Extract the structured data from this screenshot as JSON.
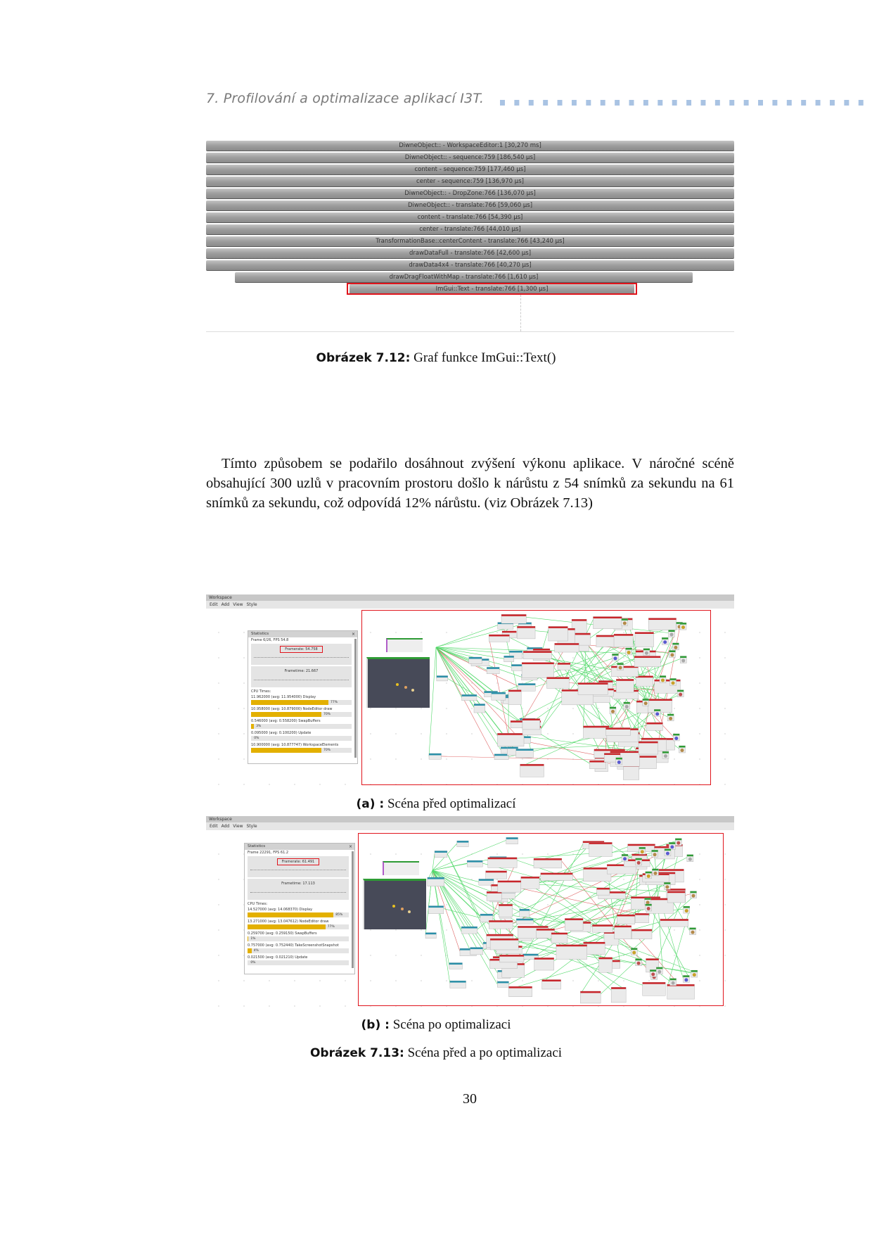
{
  "header": {
    "running_title": "7. Profilování a optimalizace aplikací I3T."
  },
  "flame_graph": {
    "bars": [
      "DiwneObject:: - WorkspaceEditor:1 [30,270 ms]",
      "DiwneObject:: - sequence:759 [186,540 µs]",
      "content - sequence:759 [177,460 µs]",
      "center - sequence:759 [136,970 µs]",
      "DiwneObject:: - DropZone:766 [136,070 µs]",
      "DiwneObject:: - translate:766 [59,060 µs]",
      "content - translate:766 [54,390 µs]",
      "center - translate:766 [44,010 µs]",
      "TransformationBase::centerContent - translate:766 [43,240 µs]",
      "drawDataFull - translate:766 [42,600 µs]",
      "drawData4x4 - translate:766 [40,270 µs]",
      "drawDragFloatWithMap - translate:766 [1,610 µs]",
      "ImGui::Text - translate:766 [1,300 µs]"
    ]
  },
  "figure_7_12": {
    "label": "Obrázek 7.12:",
    "text": "Graf funkce ImGui::Text()"
  },
  "paragraph": "Tímto způsobem se podařilo dosáhnout zvýšení výkonu aplikace. V náročné scéně obsahující 300 uzlů v pracovním prostoru došlo k nárůstu z 54 snímků za sekundu na 61 snímků za sekundu, což odpovídá 12% nárůstu. (viz Obrázek 7.13)",
  "screens": [
    {
      "window_title": "Workspace",
      "menu": [
        "Edit",
        "Add",
        "View",
        "Style"
      ],
      "stats_title": "Statistics",
      "frame_line": "Frame 6/26, FPS 54.8",
      "framerate": "Framerate: 54.758",
      "frametime": "Frametime: 21.667",
      "cpu_label": "CPU Times:",
      "rows": [
        {
          "label": "11.962000 (avg: 11.954000) Display",
          "pct": 77,
          "pct_label": "77%"
        },
        {
          "label": "10.958000 (avg: 10.879000) NodeEditor draw",
          "pct": 70,
          "pct_label": "70%"
        },
        {
          "label": "0.546000 (avg: 0.558200) SwapBuffers",
          "pct": 3,
          "pct_label": "3%"
        },
        {
          "label": "0.095000 (avg: 0.100200) Update",
          "pct": 0,
          "pct_label": "0%"
        },
        {
          "label": "10.900000 (avg: 10.877747) WorkspaceElements",
          "pct": 70,
          "pct_label": "70%"
        }
      ],
      "caption_label": "(a) :",
      "caption_text": "Scéna před optimalizací"
    },
    {
      "window_title": "Workspace",
      "menu": [
        "Edit",
        "Add",
        "View",
        "Style"
      ],
      "stats_title": "Statistics",
      "frame_line": "Frame 22291, FPS 61.2",
      "framerate": "Framerate: 61.491",
      "frametime": "Frametime: 17.113",
      "cpu_label": "CPU Times:",
      "rows": [
        {
          "label": "14.527000 (avg: 14.068370) Display",
          "pct": 85,
          "pct_label": "85%"
        },
        {
          "label": "13.271000 (avg: 13.047612) NodeEditor draw",
          "pct": 77,
          "pct_label": "77%"
        },
        {
          "label": "0.259700 (avg: 0.259150) SwapBuffers",
          "pct": 1,
          "pct_label": "1%"
        },
        {
          "label": "0.757000 (avg: 0.752440) TakeScreenshotSnapshot",
          "pct": 4,
          "pct_label": "4%"
        },
        {
          "label": "0.021500 (avg: 0.021210) Update",
          "pct": 0,
          "pct_label": "0%"
        }
      ],
      "caption_label": "(b) :",
      "caption_text": "Scéna po optimalizaci"
    }
  ],
  "figure_7_13": {
    "label": "Obrázek 7.13:",
    "text": "Scéna před a po optimalizaci"
  },
  "page_number": "30",
  "colors": {
    "highlight_red": "#e0141c",
    "progress_yellow": "#e3b000",
    "node_red": "#c8262b",
    "node_teal": "#2a8fa8",
    "node_green": "#2e9b35",
    "link_green": "#52d96a"
  }
}
